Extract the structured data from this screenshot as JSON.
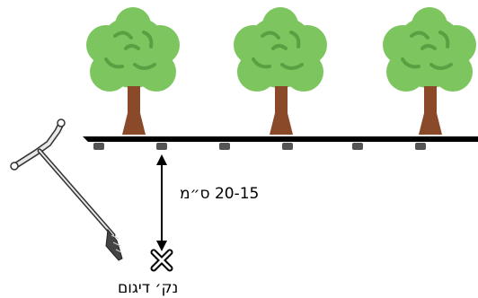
{
  "diagram": {
    "distance_label": "20-15 ס״מ",
    "sampling_point_label": "נק׳ דיגום",
    "colors": {
      "canopy": "#7cc55f",
      "canopy_detail": "#5aa043",
      "trunk": "#8a4a2a",
      "ground_line": "#000000",
      "drip_emitter": "#555555",
      "auger_handle": "#e8e8e8"
    },
    "trees": 3,
    "drip_emitters": 6
  }
}
